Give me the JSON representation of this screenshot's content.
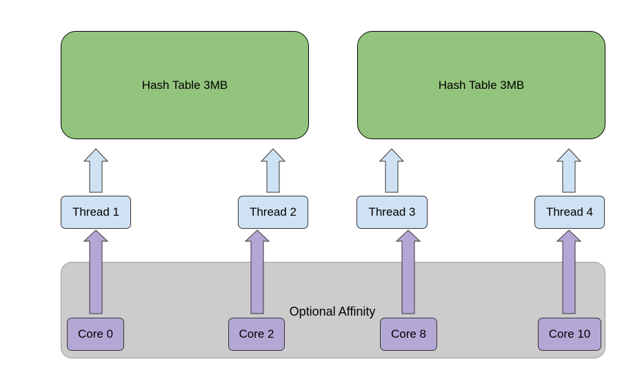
{
  "colors": {
    "hash_table_fill": "#93c47d",
    "thread_fill": "#cfe2f3",
    "core_fill": "#b4a7d6",
    "affinity_zone_fill": "#cccccc"
  },
  "hash_tables": [
    {
      "label": "Hash Table 3MB"
    },
    {
      "label": "Hash Table 3MB"
    }
  ],
  "threads": [
    {
      "label": "Thread 1"
    },
    {
      "label": "Thread 2"
    },
    {
      "label": "Thread 3"
    },
    {
      "label": "Thread 4"
    }
  ],
  "cores": [
    {
      "label": "Core 0"
    },
    {
      "label": "Core 2"
    },
    {
      "label": "Core 8"
    },
    {
      "label": "Core 10"
    }
  ],
  "affinity": {
    "label": "Optional Affinity"
  }
}
